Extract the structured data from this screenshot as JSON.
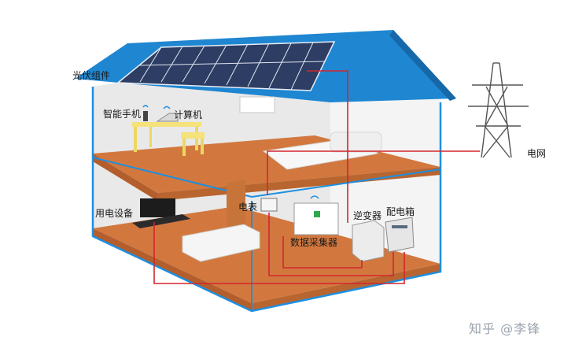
{
  "labels": {
    "pv_module": "光伏组件",
    "smartphone": "智能手机",
    "computer": "计算机",
    "grid": "电网",
    "appliance": "用电设备",
    "meter": "电表",
    "data_collector": "数据采集器",
    "inverter": "逆变器",
    "distribution_box": "配电箱"
  },
  "watermark": "知乎 @李锋",
  "colors": {
    "roof": "#1f86d1",
    "floor": "#d2783f",
    "wire": "#d3262e",
    "outline": "#1d8fe0",
    "wall": "#f2f2f2"
  }
}
